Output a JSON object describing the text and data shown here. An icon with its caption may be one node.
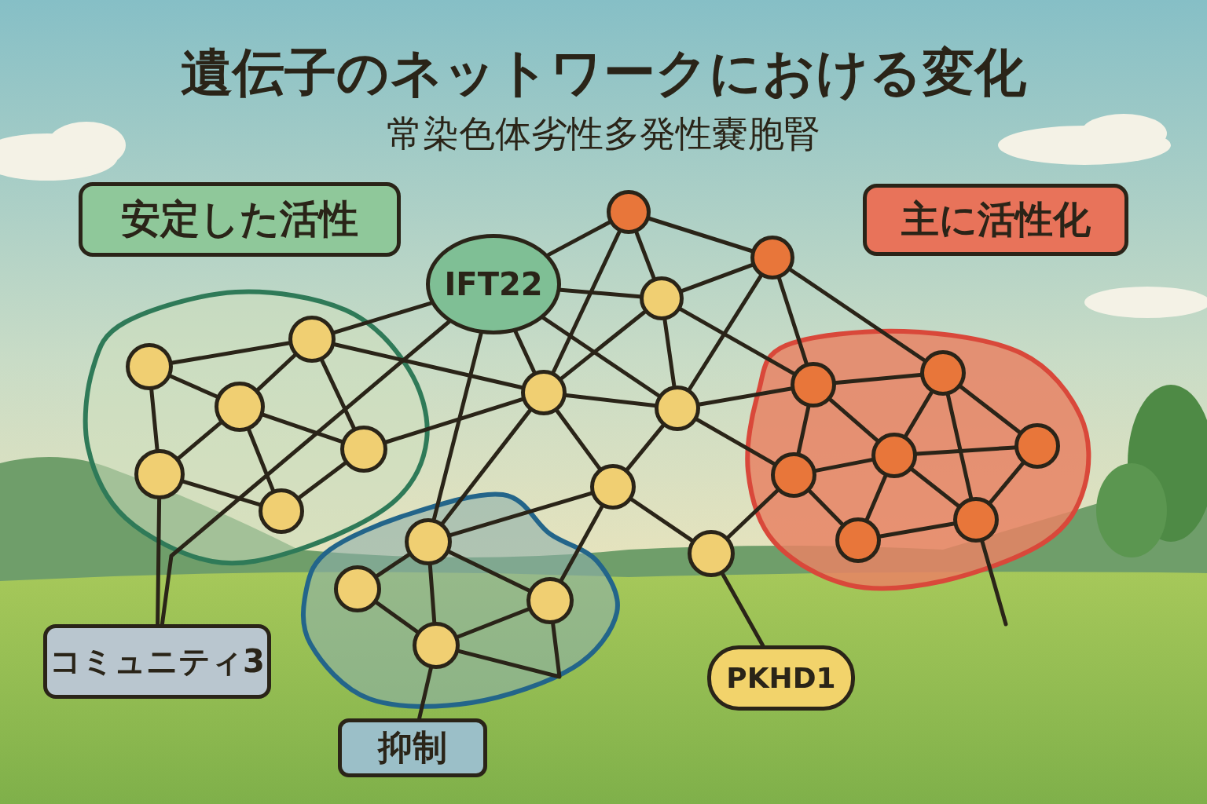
{
  "diagram": {
    "title": "遺伝子のネットワークにおける変化",
    "nodes": [
      {
        "text": [
          "安定した活性"
        ]
      },
      {
        "text": [
          "IFT22"
        ]
      },
      {
        "text": [
          "主に活性化"
        ]
      },
      {
        "text": [],
        "shape": "circle"
      },
      {
        "text": [],
        "shape": "circle"
      },
      {
        "text": [],
        "shape": "circle"
      },
      {
        "text": [],
        "shape": "blob"
      },
      {
        "text": [],
        "shape": "circle",
        "in": 6
      },
      {
        "text": [],
        "shape": "circle",
        "in": 6
      },
      {
        "text": [],
        "shape": "circle",
        "in": 6
      },
      {
        "text": [],
        "shape": "circle",
        "in": 6
      },
      {
        "text": [],
        "shape": "circle",
        "in": 6
      },
      {
        "text": [],
        "shape": "circle",
        "in": 6
      },
      {
        "text": [],
        "shape": "circle"
      },
      {
        "text": [],
        "shape": "circle"
      },
      {
        "text": [],
        "shape": "circle"
      },
      {
        "text": [],
        "shape": "circle"
      },
      {
        "text": [],
        "shape": "blob"
      },
      {
        "text": [],
        "shape": "circle",
        "in": 17
      },
      {
        "text": [],
        "shape": "circle",
        "in": 17
      },
      {
        "text": [],
        "shape": "circle",
        "in": 17
      },
      {
        "text": [],
        "shape": "circle",
        "in": 17
      },
      {
        "text": [],
        "shape": "circle",
        "in": 17
      },
      {
        "text": [],
        "shape": "circle",
        "in": 17
      },
      {
        "text": [],
        "shape": "circle",
        "in": 17
      },
      {
        "text": [],
        "shape": "blob"
      },
      {
        "text": [],
        "shape": "circle",
        "in": 25
      },
      {
        "text": [],
        "shape": "circle",
        "in": 25
      },
      {
        "text": [],
        "shape": "circle",
        "in": 25
      },
      {
        "text": [],
        "shape": "circle",
        "in": 25
      },
      {
        "text": [
          "コミュニティ3"
        ]
      },
      {
        "text": [
          "PKHD1"
        ]
      },
      {
        "text": [
          "抑制"
        ]
      }
    ],
    "edges": [
      {
        "from": 1,
        "to": 8,
        "arrow": "none"
      },
      {
        "from": 1,
        "to": 30,
        "arrow": "none"
      },
      {
        "from": 1,
        "to": 3,
        "arrow": "none"
      },
      {
        "from": 1,
        "to": 5,
        "arrow": "none"
      },
      {
        "from": 1,
        "to": 13,
        "arrow": "none"
      },
      {
        "from": 1,
        "to": 14,
        "arrow": "none"
      },
      {
        "from": 1,
        "to": 26,
        "arrow": "none"
      },
      {
        "from": 7,
        "to": 8,
        "arrow": "none"
      },
      {
        "from": 7,
        "to": 9,
        "arrow": "none"
      },
      {
        "from": 7,
        "to": 10,
        "arrow": "none"
      },
      {
        "from": 8,
        "to": 9,
        "arrow": "none"
      },
      {
        "from": 8,
        "to": 11,
        "arrow": "none"
      },
      {
        "from": 9,
        "to": 11,
        "arrow": "none"
      },
      {
        "from": 9,
        "to": 12,
        "arrow": "none"
      },
      {
        "from": 9,
        "to": 10,
        "arrow": "none"
      },
      {
        "from": 10,
        "to": 12,
        "arrow": "none"
      },
      {
        "from": 11,
        "to": 12,
        "arrow": "none"
      },
      {
        "from": 8,
        "to": 13,
        "arrow": "none"
      },
      {
        "from": 11,
        "to": 13,
        "arrow": "none"
      },
      {
        "from": 10,
        "to": 30,
        "arrow": "none"
      },
      {
        "from": 3,
        "to": 13,
        "arrow": "none"
      },
      {
        "from": 3,
        "to": 5,
        "arrow": "none"
      },
      {
        "from": 3,
        "to": 4,
        "arrow": "none"
      },
      {
        "from": 5,
        "to": 4,
        "arrow": "none"
      },
      {
        "from": 5,
        "to": 13,
        "arrow": "none"
      },
      {
        "from": 5,
        "to": 14,
        "arrow": "none"
      },
      {
        "from": 5,
        "to": 18,
        "arrow": "none"
      },
      {
        "from": 4,
        "to": 14,
        "arrow": "none"
      },
      {
        "from": 4,
        "to": 18,
        "arrow": "none"
      },
      {
        "from": 4,
        "to": 19,
        "arrow": "none"
      },
      {
        "from": 13,
        "to": 14,
        "arrow": "none"
      },
      {
        "from": 13,
        "to": 15,
        "arrow": "none"
      },
      {
        "from": 13,
        "to": 26,
        "arrow": "none"
      },
      {
        "from": 14,
        "to": 18,
        "arrow": "none"
      },
      {
        "from": 14,
        "to": 15,
        "arrow": "none"
      },
      {
        "from": 14,
        "to": 21,
        "arrow": "none"
      },
      {
        "from": 15,
        "to": 26,
        "arrow": "none"
      },
      {
        "from": 15,
        "to": 28,
        "arrow": "none"
      },
      {
        "from": 15,
        "to": 16,
        "arrow": "none"
      },
      {
        "from": 16,
        "to": 21,
        "arrow": "none"
      },
      {
        "from": 16,
        "to": 31,
        "arrow": "none"
      },
      {
        "from": 18,
        "to": 19,
        "arrow": "none"
      },
      {
        "from": 18,
        "to": 21,
        "arrow": "none"
      },
      {
        "from": 18,
        "to": 20,
        "arrow": "none"
      },
      {
        "from": 19,
        "to": 20,
        "arrow": "none"
      },
      {
        "from": 19,
        "to": 22,
        "arrow": "none"
      },
      {
        "from": 19,
        "to": 23,
        "arrow": "none"
      },
      {
        "from": 20,
        "to": 21,
        "arrow": "none"
      },
      {
        "from": 20,
        "to": 22,
        "arrow": "none"
      },
      {
        "from": 20,
        "to": 23,
        "arrow": "none"
      },
      {
        "from": 20,
        "to": 24,
        "arrow": "none"
      },
      {
        "from": 21,
        "to": 24,
        "arrow": "none"
      },
      {
        "from": 22,
        "to": 23,
        "arrow": "none"
      },
      {
        "from": 23,
        "to": 24,
        "arrow": "none"
      },
      {
        "from": 23,
        "to": null,
        "arrow": "none"
      },
      {
        "from": 26,
        "to": 27,
        "arrow": "none"
      },
      {
        "from": 26,
        "to": 29,
        "arrow": "none"
      },
      {
        "from": 26,
        "to": 28,
        "arrow": "none"
      },
      {
        "from": 27,
        "to": 29,
        "arrow": "none"
      },
      {
        "from": 28,
        "to": 29,
        "arrow": "none"
      },
      {
        "from": 29,
        "to": 28,
        "arrow": "none"
      },
      {
        "from": 29,
        "to": 32,
        "arrow": "none"
      }
    ],
    "labels": [
      "常染色体劣性多発性嚢胞腎"
    ]
  }
}
